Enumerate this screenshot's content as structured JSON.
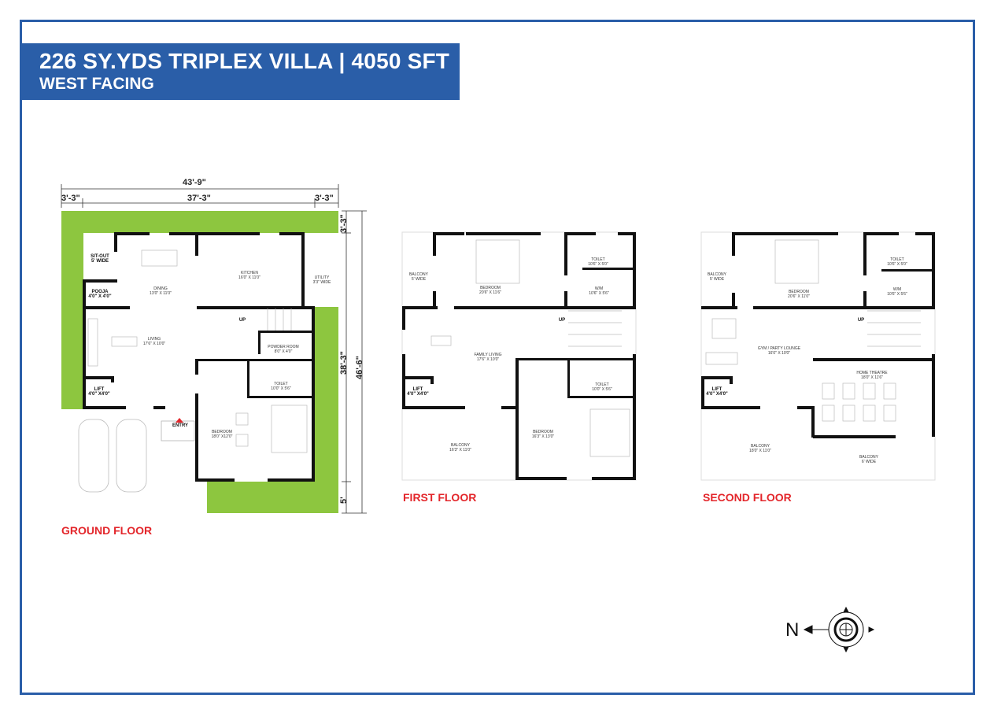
{
  "header": {
    "title": "226 SY.YDS TRIPLEX VILLA | 4050 SFT",
    "subtitle": "WEST FACING"
  },
  "colors": {
    "brand": "#2a5ea8",
    "landscape": "#8dc63f",
    "floor_label": "#e3262b"
  },
  "ground_floor": {
    "label": "GROUND FLOOR",
    "dimensions": {
      "overall_width": "43'-9\"",
      "setback_left": "3'-3\"",
      "inner_width": "37'-3\"",
      "setback_right": "3'-3\"",
      "setback_top": "3'-3\"",
      "inner_depth": "38'-3\"",
      "overall_depth": "46'-6\"",
      "setback_bottom": "5'"
    },
    "rooms": [
      {
        "name": "SIT-OUT",
        "size": "5' WIDE"
      },
      {
        "name": "POOJA",
        "size": "4'0\" X 4'0\""
      },
      {
        "name": "DINING",
        "size": "13'0\" X 11'0\""
      },
      {
        "name": "KITCHEN",
        "size": "16'0\" X 11'0\""
      },
      {
        "name": "UTILITY",
        "size": "3'3\" WIDE"
      },
      {
        "name": "LIVING",
        "size": "17'6\" X 10'0\""
      },
      {
        "name": "POWDER ROOM",
        "size": "8'0\" X 4'0\""
      },
      {
        "name": "TOILET",
        "size": "10'0\" X 5'6\""
      },
      {
        "name": "LIFT",
        "size": "4'0\" X4'0\""
      },
      {
        "name": "BEDROOM",
        "size": "18'0\" X12'0\""
      },
      {
        "name": "ENTRY",
        "size": ""
      },
      {
        "name": "UP",
        "size": ""
      }
    ]
  },
  "first_floor": {
    "label": "FIRST FLOOR",
    "rooms": [
      {
        "name": "BALCONY",
        "size": "5' WIDE"
      },
      {
        "name": "BEDROOM",
        "size": "20'6\" X 11'6\""
      },
      {
        "name": "TOILET",
        "size": "10'6\" X 5'0\""
      },
      {
        "name": "W/M",
        "size": "10'6\" X 5'6\""
      },
      {
        "name": "FAMILY LIVING",
        "size": "17'6\" X 10'0\""
      },
      {
        "name": "LIFT",
        "size": "4'0\" X4'0\""
      },
      {
        "name": "TOILET",
        "size": "10'0\" X 5'6\""
      },
      {
        "name": "BALCONY",
        "size": "16'3\" X 11'0\""
      },
      {
        "name": "BEDROOM",
        "size": "16'3\" X 13'0\""
      },
      {
        "name": "UP",
        "size": ""
      }
    ]
  },
  "second_floor": {
    "label": "SECOND FLOOR",
    "rooms": [
      {
        "name": "BALCONY",
        "size": "5' WIDE"
      },
      {
        "name": "BEDROOM",
        "size": "20'6\" X 11'0\""
      },
      {
        "name": "TOILET",
        "size": "10'6\" X 5'0\""
      },
      {
        "name": "W/M",
        "size": "10'6\" X 5'6\""
      },
      {
        "name": "GYM / PARTY LOUNGE",
        "size": "16'0\" X 10'0\""
      },
      {
        "name": "HOME THEATRE",
        "size": "18'0\" X 11'6\""
      },
      {
        "name": "LIFT",
        "size": "4'0\" X4'0\""
      },
      {
        "name": "BALCONY",
        "size": "18'0\" X 11'0\""
      },
      {
        "name": "BALCONY",
        "size": "6' WIDE"
      },
      {
        "name": "UP",
        "size": ""
      }
    ]
  },
  "compass": {
    "north_label": "N",
    "icon": "compass-rose-icon"
  }
}
